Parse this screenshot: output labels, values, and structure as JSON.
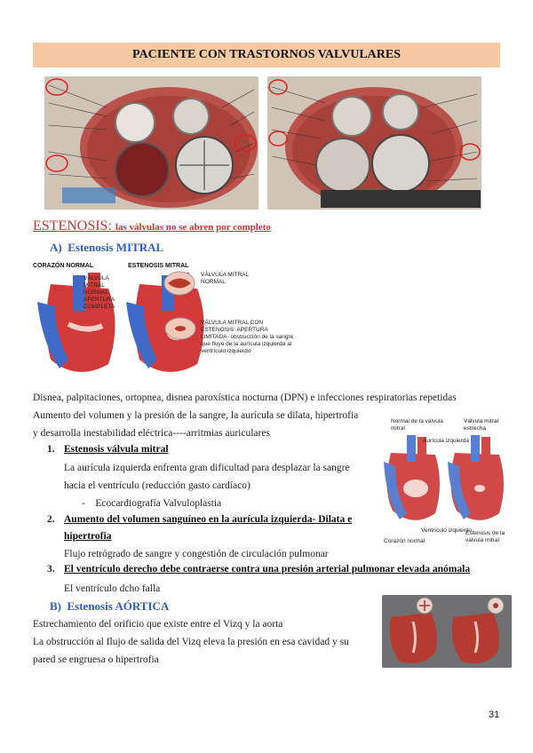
{
  "title": "PACIENTE CON TRASTORNOS VALVULARES",
  "estenosis": {
    "heading": "ESTENOSIS:",
    "subheading": "las válvulas no se abren por completo"
  },
  "mitral": {
    "letter": "A)",
    "heading": "Estenosis MITRAL",
    "fig_label_normal": "CORAZÓN NORMAL",
    "fig_label_stenosis": "ESTENOSIS MITRAL",
    "note_normal": "VÁLVULA MITRAL NORMAL: APERTURA COMPLETA",
    "note_valve": "VÁLVULA MITRAL NORMAL",
    "note_stenosis": "VÁLVULA MITRAL CON ESTENOSIS: APERTURA LIMITADA- obstrucción de la sangre que fluye de la aurícula izquierda al ventrículo izquierdo",
    "line1": "Disnea, palpitaciones, ortopnea, disnea paroxística nocturna (DPN) e infecciones respiratorias repetidas",
    "line2": "Aumento del volumen y la presión de la sangre, la aurícula se dilata, hipertrofia",
    "line3": "y desarrolla inestabilidad eléctrica----arritmias auriculares",
    "items": [
      {
        "num": "1.",
        "title": "Estenosis válvula mitral",
        "text1": "La aurícula izquierda enfrenta gran dificultad para desplazar la sangre",
        "text2": "hacia el ventrículo (reducción gasto cardíaco)",
        "bullet": "Ecocardiografía Valvuloplastia"
      },
      {
        "num": "2.",
        "title1": "Aumento del volumen sanguíneo en la aurícula izquierda- Dilata e",
        "title2": "hipertrofia",
        "text1": "Flujo retrógrado de sangre y congestión de circulación pulmonar"
      },
      {
        "num": "3.",
        "title": "El ventrículo derecho debe contraerse contra una presión arterial pulmonar elevada anómala",
        "text1": "El ventrículo dcho falla"
      }
    ],
    "fig2": {
      "label_normal": "Normal de la válvula mitral",
      "label_stenosis": "Válvula mitral estrecha",
      "label_atrium": "Aurícula izquierda",
      "label_ventricle": "Ventrículo izquierdo",
      "label_heart": "Corazón normal",
      "label_stenosis_bottom": "Estenosis de la válvula mitral"
    }
  },
  "aortic": {
    "letter": "B)",
    "heading": "Estenosis AÓRTICA",
    "line1": "Estrechamiento del orificio que existe entre el Vizq y la  aorta",
    "line2": "La obstrucción al flujo de salida del Vizq eleva la presión en esa cavidad y su",
    "line3": "pared se engruesa o hipertrofia"
  },
  "page_number": "31",
  "colors": {
    "title_bg": "#f7c9a3",
    "section_red": "#c0392b",
    "subhead_blue": "#2e5ccc",
    "artery_red": "#d23a3a",
    "vein_blue": "#4169c8"
  }
}
